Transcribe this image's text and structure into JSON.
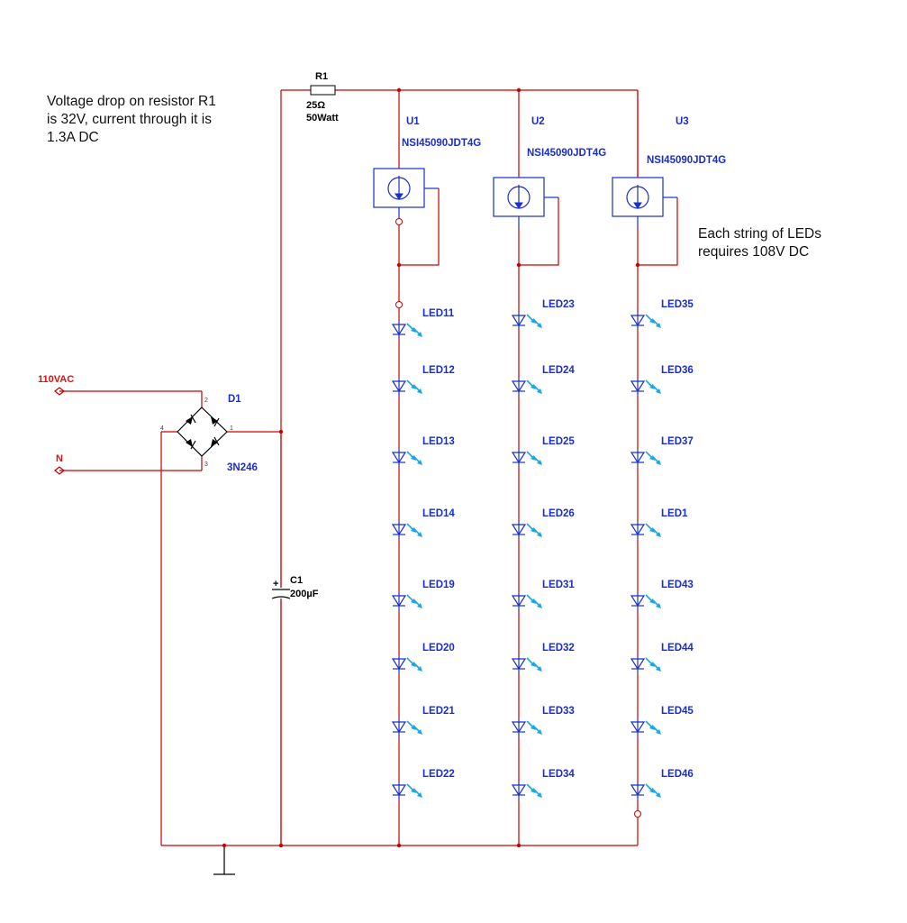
{
  "notes": {
    "resistor_note": [
      "Voltage drop on resistor R1",
      "is 32V, current through it is",
      "1.3A DC"
    ],
    "led_note": [
      "Each string of LEDs",
      "requires 108V DC"
    ]
  },
  "resistor": {
    "ref": "R1",
    "value": "25Ω",
    "rating": "50Watt"
  },
  "bridge": {
    "ref": "D1",
    "part": "3N246",
    "pins": [
      "1",
      "2",
      "3",
      "4"
    ]
  },
  "capacitor": {
    "ref": "C1",
    "value": "200µF",
    "polarity": "+"
  },
  "inputs": {
    "line": "110VAC",
    "neutral": "N"
  },
  "regulators": [
    {
      "ref": "U1",
      "part": "NSI45090JDT4G"
    },
    {
      "ref": "U2",
      "part": "NSI45090JDT4G"
    },
    {
      "ref": "U3",
      "part": "NSI45090JDT4G"
    }
  ],
  "led_strings": [
    [
      "LED11",
      "LED12",
      "LED13",
      "LED14",
      "LED19",
      "LED20",
      "LED21",
      "LED22"
    ],
    [
      "LED23",
      "LED24",
      "LED25",
      "LED26",
      "LED31",
      "LED32",
      "LED33",
      "LED34"
    ],
    [
      "LED35",
      "LED36",
      "LED37",
      "LED1",
      "LED43",
      "LED44",
      "LED45",
      "LED46"
    ]
  ],
  "colors": {
    "wire": "#cc0000",
    "component": "#1a2ecc",
    "light": "#1aa7e6",
    "input_label": "#e01010"
  }
}
